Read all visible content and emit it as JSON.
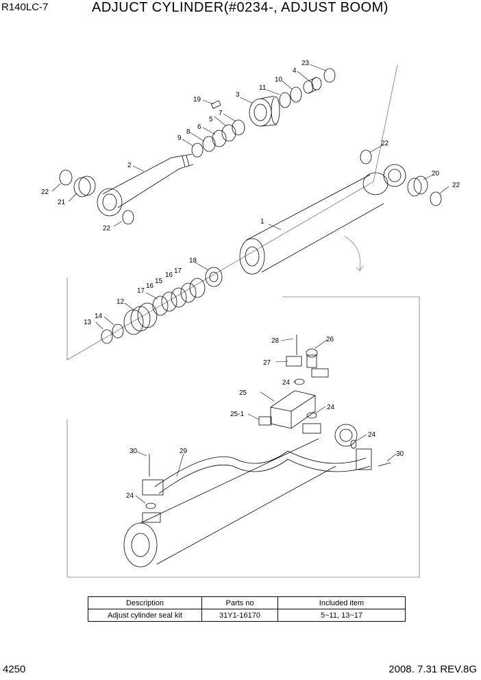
{
  "header": {
    "model": "R140LC-7",
    "title": "ADJUCT CYLINDER(#0234-, ADJUST BOOM)"
  },
  "footer": {
    "page": "4250",
    "revision": "2008. 7.31  REV.8G"
  },
  "callouts": {
    "c1": "1",
    "c2": "2",
    "c3": "3",
    "c4": "4",
    "c5": "5",
    "c6": "6",
    "c7": "7",
    "c8": "8",
    "c9": "9",
    "c10": "10",
    "c11": "11",
    "c12": "12",
    "c13": "13",
    "c14": "14",
    "c15": "15",
    "c16a": "16",
    "c16b": "16",
    "c17a": "17",
    "c17b": "17",
    "c18": "18",
    "c19": "19",
    "c20": "20",
    "c21": "21",
    "c22a": "22",
    "c22b": "22",
    "c22c": "22",
    "c22d": "22",
    "c23": "23",
    "c24a": "24",
    "c24b": "24",
    "c24c": "24",
    "c24d": "24",
    "c25": "25",
    "c25_1": "25-1",
    "c26": "26",
    "c27": "27",
    "c28": "28",
    "c29": "29",
    "c30a": "30",
    "c30b": "30"
  },
  "kit_table": {
    "headers": {
      "description": "Description",
      "parts_no": "Parts no",
      "included": "Included item"
    },
    "row": {
      "description": "Adjust cylinder seal kit",
      "parts_no": "31Y1-16170",
      "included": "5~11, 13~17"
    }
  }
}
